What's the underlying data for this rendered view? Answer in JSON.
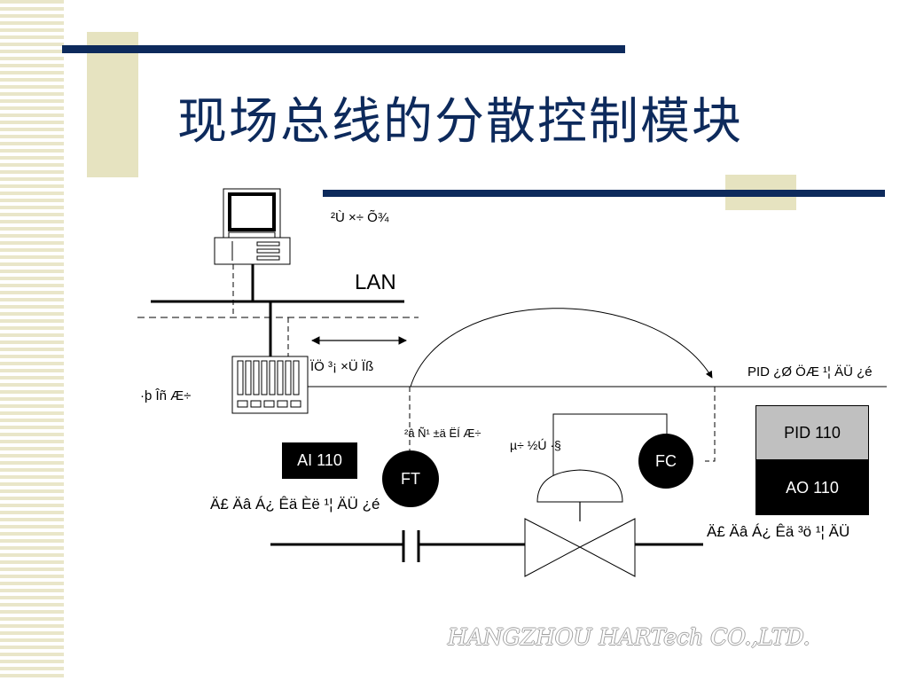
{
  "slide": {
    "title": "现场总线的分散控制模块",
    "watermark": "HANGZHOU HARTech CO.,LTD."
  },
  "diagram": {
    "labels": {
      "workstation": "²Ù ×÷ Õ¾",
      "lan": "LAN",
      "field_bus": "ÏÖ ³¡ ×Ü Ïß",
      "server": "·þ Îñ Æ÷",
      "pid_desc": "PID ¿Ø ÖÆ ¹¦ ÄÜ ¿é",
      "transmitter": "²â Ñ¹ ±ä ËÍ Æ÷",
      "valve": "µ÷ ½Ú ·§",
      "ai_desc": "Ä£ Äâ Á¿ Êä Èë ¹¦ ÄÜ ¿é",
      "ao_desc": "Ä£ Äâ Á¿ Êä ³ö ¹¦ ÄÜ"
    },
    "blocks": {
      "ai": "AI  110",
      "pid": "PID  110",
      "ao": "AO   110",
      "ft": "FT",
      "fc": "FC"
    }
  },
  "colors": {
    "navy": "#0d2a5c",
    "beige": "#e6e3c0",
    "pid_gray": "#c0c0c0"
  }
}
